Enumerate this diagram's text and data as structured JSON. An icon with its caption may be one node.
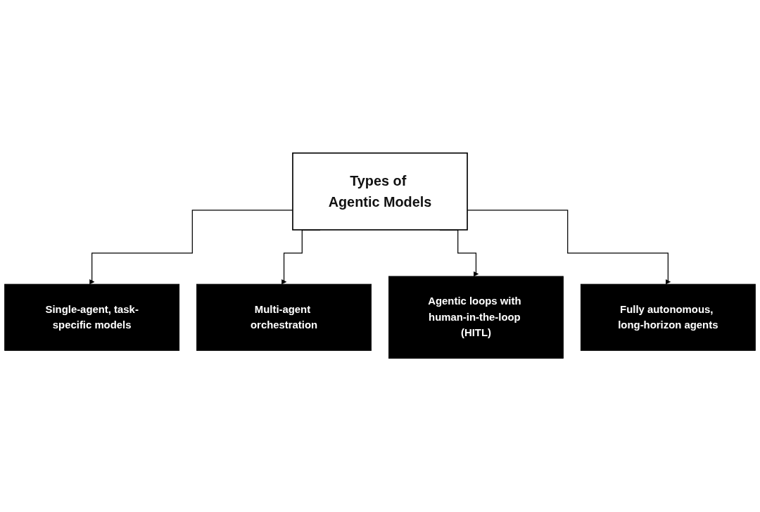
{
  "diagram": {
    "nodes": [
      {
        "text": [
          "Types of Agentic Models"
        ]
      },
      {
        "text": [
          "Single-agent, task-specific models"
        ]
      },
      {
        "text": [
          "Multi-agent orchestration"
        ]
      },
      {
        "text": [
          "Agentic loops with human-in-the-loop (HITL)"
        ]
      },
      {
        "text": [
          "Fully autonomous, long-horizon agents"
        ]
      }
    ],
    "edges": [
      {
        "from": 0,
        "to": 1,
        "arrow": "to"
      },
      {
        "from": 0,
        "to": 2,
        "arrow": "to"
      },
      {
        "from": 0,
        "to": 3,
        "arrow": "to"
      },
      {
        "from": 0,
        "to": 4,
        "arrow": "to"
      }
    ]
  }
}
